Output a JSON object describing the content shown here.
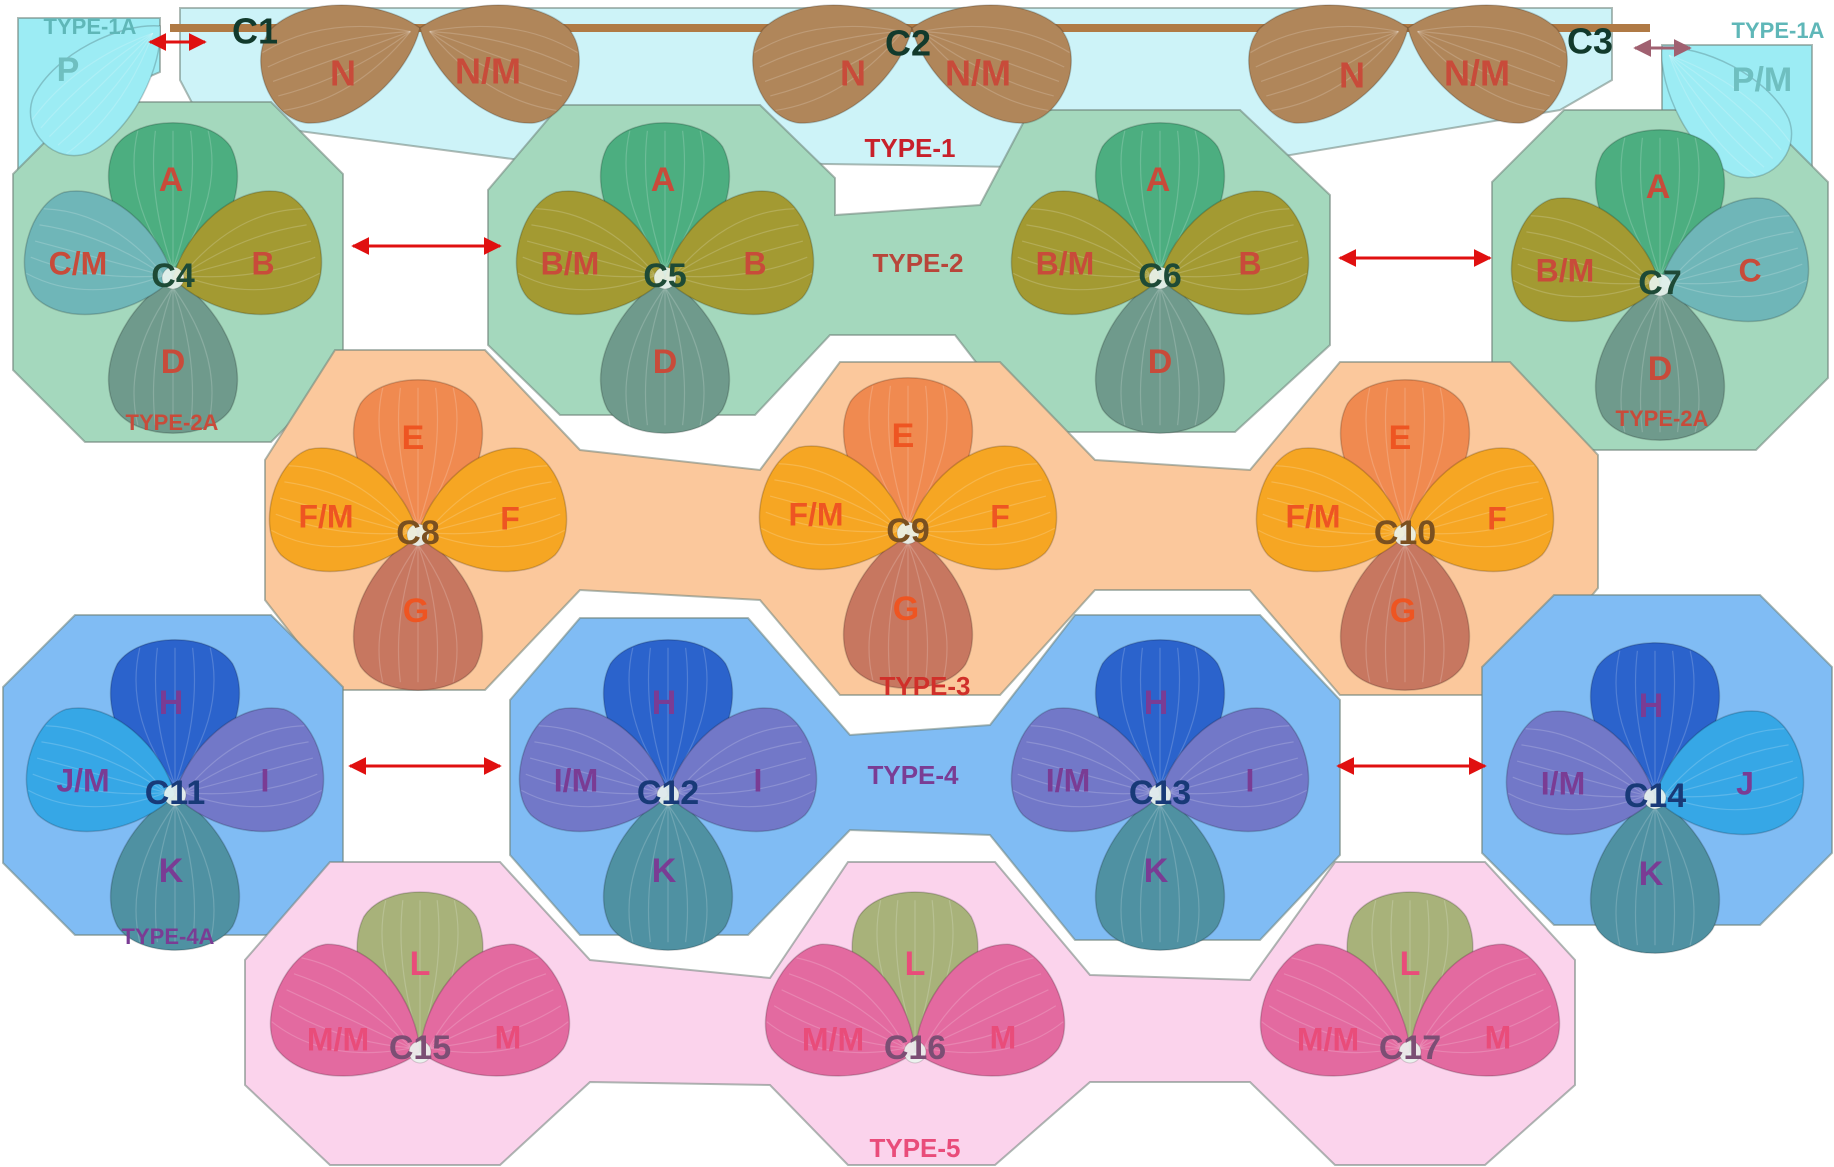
{
  "colors": {
    "type1_bg": "#cdf3f8",
    "type1a_bg": "#9cecf4",
    "type2_bg": "#a4d8bd",
    "type3_bg": "#fbc89c",
    "type4_bg": "#80bcf4",
    "type5_bg": "#fbd3ec",
    "arrow": "#e01010",
    "arrow_light": "#a06070",
    "petal_tan": "#b0865a",
    "petal_green": "#4cae80",
    "petal_olive": "#a39a32",
    "petal_teal": "#6fb6b8",
    "petal_grayteal": "#6f9a8c",
    "petal_orange": "#f08a50",
    "petal_yellow": "#f6a623",
    "petal_rust": "#c77760",
    "petal_navy": "#2b63cc",
    "petal_purple": "#7278c8",
    "petal_sky": "#36a7e6",
    "petal_tealblue": "#4f91a2",
    "petal_sage": "#a8b27a",
    "petal_pink": "#e36aa0",
    "label_red": "#c84b3a",
    "label_bright": "#ee5522",
    "label_purple": "#7a3c94",
    "label_pink": "#e94c7a",
    "type_label_red": "#c8202a",
    "center_green": "#1e4a36",
    "center_brown": "#7a5020",
    "center_navy": "#183a78",
    "center_mauve": "#7c4e74"
  },
  "type_labels": {
    "type1": "TYPE-1",
    "type1a_left": "TYPE-1A",
    "type1a_right": "TYPE-1A",
    "type2": "TYPE-2",
    "type2a_left": "TYPE-2A",
    "type2a_right": "TYPE-2A",
    "type3": "TYPE-3",
    "type4": "TYPE-4",
    "type4a": "TYPE-4A",
    "type5": "TYPE-5"
  },
  "row1": {
    "centers": [
      "C1",
      "C2",
      "C3"
    ],
    "petals": [
      "N",
      "N/M",
      "N",
      "N/M",
      "N",
      "N/M"
    ],
    "corner_left": "P",
    "corner_right": "P/M"
  },
  "row2": {
    "c4": {
      "center": "C4",
      "top": "A",
      "left": "C/M",
      "right": "B",
      "bottom": "D"
    },
    "c5": {
      "center": "C5",
      "top": "A",
      "left": "B/M",
      "right": "B",
      "bottom": "D"
    },
    "c6": {
      "center": "C6",
      "top": "A",
      "left": "B/M",
      "right": "B",
      "bottom": "D"
    },
    "c7": {
      "center": "C7",
      "top": "A",
      "left": "B/M",
      "right": "C",
      "bottom": "D"
    }
  },
  "row3": {
    "c8": {
      "center": "C8",
      "top": "E",
      "left": "F/M",
      "right": "F",
      "bottom": "G"
    },
    "c9": {
      "center": "C9",
      "top": "E",
      "left": "F/M",
      "right": "F",
      "bottom": "G"
    },
    "c10": {
      "center": "C10",
      "top": "E",
      "left": "F/M",
      "right": "F",
      "bottom": "G"
    }
  },
  "row4": {
    "c11": {
      "center": "C11",
      "top": "H",
      "left": "J/M",
      "right": "I",
      "bottom": "K"
    },
    "c12": {
      "center": "C12",
      "top": "H",
      "left": "I/M",
      "right": "I",
      "bottom": "K"
    },
    "c13": {
      "center": "C13",
      "top": "H",
      "left": "I/M",
      "right": "I",
      "bottom": "K"
    },
    "c14": {
      "center": "C14",
      "top": "H",
      "left": "I/M",
      "right": "J",
      "bottom": "K"
    }
  },
  "row5": {
    "c15": {
      "center": "C15",
      "top": "L",
      "left": "M/M",
      "right": "M"
    },
    "c16": {
      "center": "C16",
      "top": "L",
      "left": "M/M",
      "right": "M"
    },
    "c17": {
      "center": "C17",
      "top": "L",
      "left": "M/M",
      "right": "M"
    }
  }
}
